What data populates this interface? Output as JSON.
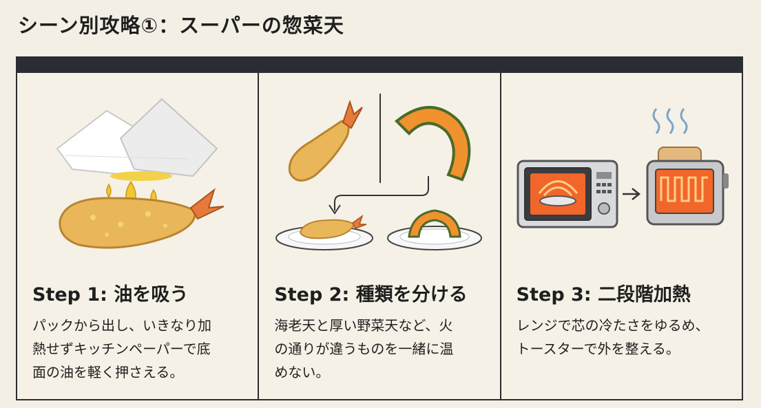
{
  "page": {
    "title": "シーン別攻略①：スーパーの惣菜天"
  },
  "steps": [
    {
      "title": "Step 1: 油を吸う",
      "lines": [
        "パックから出し、いきなり加",
        "熱せずキッチンペーパーで底",
        "面の油を軽く押さえる。"
      ],
      "icons": [
        "paper-towel-icon",
        "oil-drops-icon",
        "shrimp-tempura-icon"
      ]
    },
    {
      "title": "Step 2: 種類を分ける",
      "lines": [
        "海老天と厚い野菜天など、火",
        "の通りが違うものを一緒に温",
        "めない。"
      ],
      "icons": [
        "shrimp-tempura-icon",
        "pumpkin-tempura-icon",
        "arrow-icon",
        "plate-icon"
      ]
    },
    {
      "title": "Step 3: 二段階加熱",
      "lines": [
        "レンジで芯の冷たさをゆるめ、",
        "トースターで外を整える。"
      ],
      "icons": [
        "microwave-icon",
        "arrow-right-icon",
        "toaster-icon"
      ]
    }
  ],
  "colors": {
    "background": "#f3efe4",
    "header_bar": "#2a2d33",
    "tempura": "#e9b75a",
    "pumpkin": "#f0922e",
    "heat": "#f2662a"
  }
}
